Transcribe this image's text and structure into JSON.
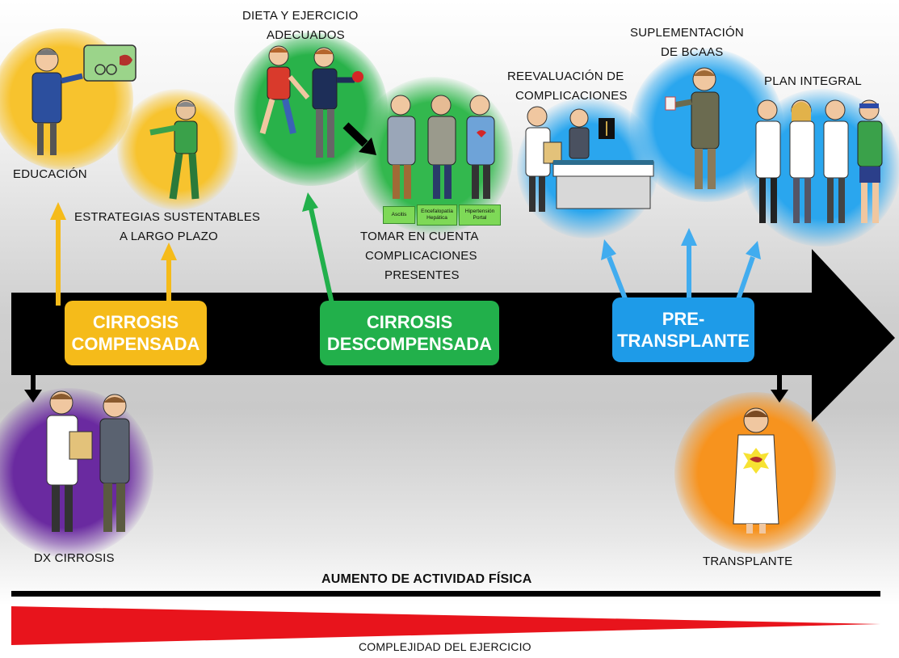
{
  "labels": {
    "educacion": "EDUCACIÓN",
    "estrategias_1": "ESTRATEGIAS SUSTENTABLES",
    "estrategias_2": "A LARGO PLAZO",
    "dieta_1": "DIETA Y EJERCICIO",
    "dieta_2": "ADECUADOS",
    "tomar_1": "TOMAR EN CUENTA",
    "tomar_2": "COMPLICACIONES",
    "tomar_3": "PRESENTES",
    "reevaluacion_1": "REEVALUACIÓN DE",
    "reevaluacion_2": "COMPLICACIONES",
    "suplementacion_1": "SUPLEMENTACIÓN",
    "suplementacion_2": "DE BCAAS",
    "plan": "PLAN INTEGRAL",
    "dx": "DX CIRROSIS",
    "transplante": "TRANSPLANTE",
    "aumento": "AUMENTO DE ACTIVIDAD FÍSICA",
    "complejidad": "COMPLEJIDAD DEL EJERCICIO"
  },
  "stages": {
    "compensada_1": "CIRROSIS",
    "compensada_2": "COMPENSADA",
    "descompensada_1": "CIRROSIS",
    "descompensada_2": "DESCOMPENSADA",
    "pre_1": "PRE-",
    "pre_2": "TRANSPLANTE"
  },
  "complications": {
    "c1": "Ascitis",
    "c2a": "Encefalopatía",
    "c2b": "Hepática",
    "c3a": "Hipertensión",
    "c3b": "Portal"
  },
  "colors": {
    "compensada": "#f5bb1a",
    "descompensada": "#22b04b",
    "pre_transplante": "#1e9be8",
    "dx": "#6a2aa0",
    "transplante": "#f7931e",
    "timeline": "#000000",
    "wedge": "#e8141c"
  }
}
